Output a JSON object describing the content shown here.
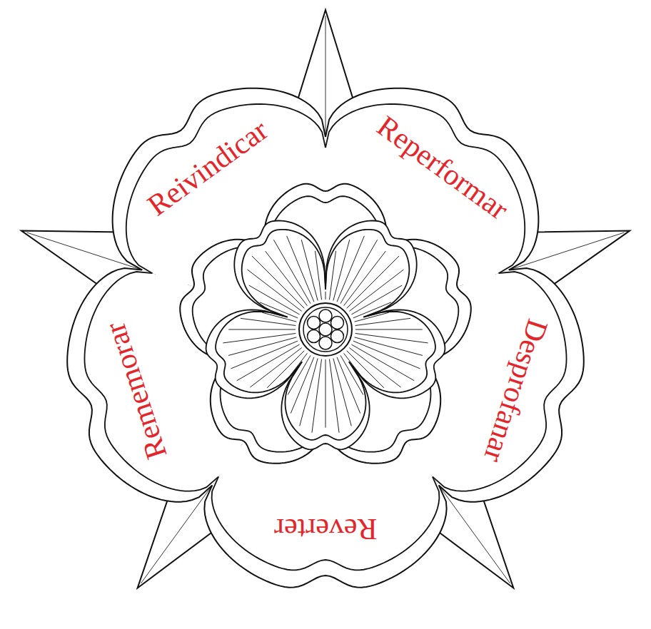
{
  "diagram": {
    "nodes": [
      {
        "text": [
          "Reivindicar"
        ]
      },
      {
        "text": [
          "Reperformar"
        ]
      },
      {
        "text": [
          "Desprofanar"
        ]
      },
      {
        "text": [
          "Reverter"
        ]
      },
      {
        "text": [
          "Rememorar"
        ]
      }
    ]
  }
}
